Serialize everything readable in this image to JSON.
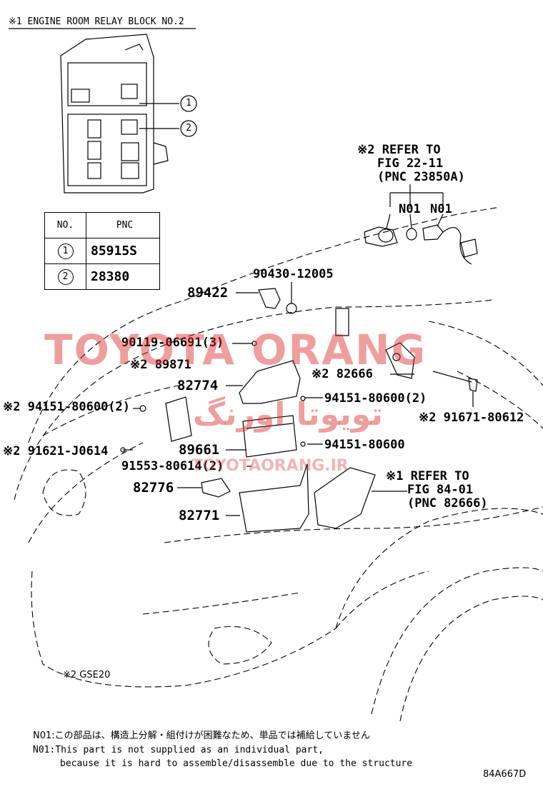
{
  "header": {
    "title": "※1 ENGINE ROOM RELAY BLOCK NO.2"
  },
  "callouts": {
    "c1": "1",
    "c2": "2"
  },
  "pnc_table": {
    "col_no": "NO.",
    "col_pnc": "PNC",
    "rows": [
      {
        "no": "1",
        "pnc": "85915S"
      },
      {
        "no": "2",
        "pnc": "28380"
      }
    ]
  },
  "refer_top": {
    "line1": "※2 REFER TO",
    "line2": "FIG 22-11",
    "line3": "(PNC 23850A)"
  },
  "n01_left": "N01",
  "n01_right": "N01",
  "refer_bottom": {
    "line1": "※1 REFER TO",
    "line2": "FIG 84-01",
    "line3": "(PNC 82666)"
  },
  "parts": {
    "p90430": "90430-12005",
    "p89422": "89422",
    "p90119": "90119-06691(3)",
    "p89871": "※2 89871",
    "p82774": "82774",
    "p82666": "※2 82666",
    "p94151a": "※2 94151-80600(2)",
    "p94151b": "94151-80600(2)",
    "p91671": "※2 91671-80612",
    "p91621": "※2 91621-J0614",
    "p89661": "89661",
    "p94151c": "94151-80600",
    "p91553": "91553-80614(2)",
    "p82776": "82776",
    "p82771": "82771"
  },
  "watermark": {
    "main": "TOYOTA ORANG",
    "persian": "تویوتا اورنگ",
    "url": "TOYOTAORANG.IR"
  },
  "footnote_gse": "※2 GSE20",
  "notes": {
    "jp": "N01:この部品は、構造上分解・組付けが困難なため、単品では補給していません",
    "en1": "N01:This part is not supplied as an individual part,",
    "en2": "because it is hard to assemble/disassemble due to the structure"
  },
  "figure_code": "84A667D"
}
